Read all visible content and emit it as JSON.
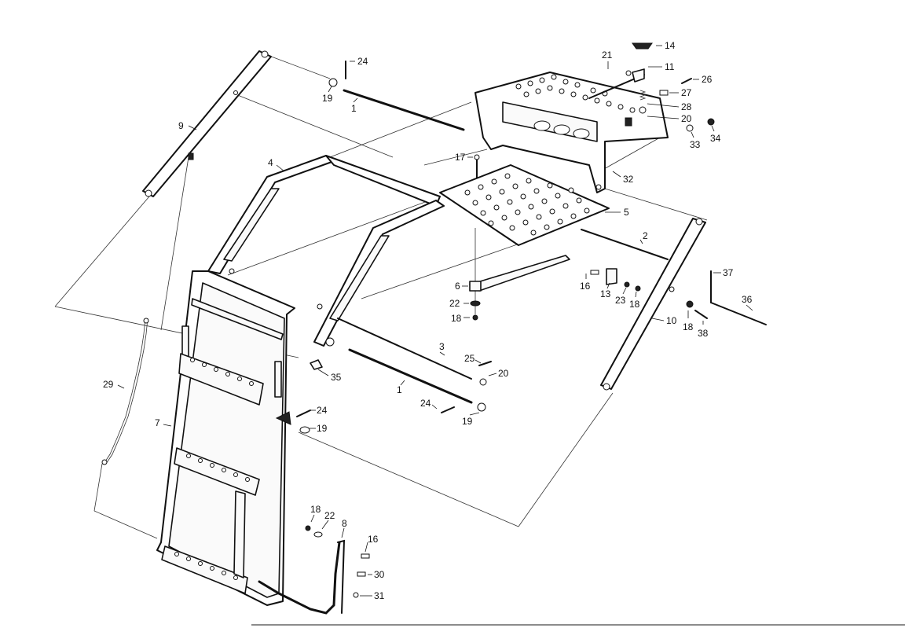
{
  "callouts": [
    {
      "id": "14",
      "text": "14"
    },
    {
      "id": "21",
      "text": "21"
    },
    {
      "id": "11",
      "text": "11"
    },
    {
      "id": "26",
      "text": "26"
    },
    {
      "id": "27",
      "text": "27"
    },
    {
      "id": "28",
      "text": "28"
    },
    {
      "id": "20a",
      "text": "20"
    },
    {
      "id": "33",
      "text": "33"
    },
    {
      "id": "34",
      "text": "34"
    },
    {
      "id": "32",
      "text": "32"
    },
    {
      "id": "24a",
      "text": "24"
    },
    {
      "id": "19a",
      "text": "19"
    },
    {
      "id": "1a",
      "text": "1"
    },
    {
      "id": "9",
      "text": "9"
    },
    {
      "id": "4",
      "text": "4"
    },
    {
      "id": "17",
      "text": "17"
    },
    {
      "id": "5",
      "text": "5"
    },
    {
      "id": "2",
      "text": "2"
    },
    {
      "id": "37",
      "text": "37"
    },
    {
      "id": "6",
      "text": "6"
    },
    {
      "id": "16a",
      "text": "16"
    },
    {
      "id": "13",
      "text": "13"
    },
    {
      "id": "23",
      "text": "23"
    },
    {
      "id": "18a",
      "text": "18"
    },
    {
      "id": "36",
      "text": "36"
    },
    {
      "id": "22a",
      "text": "22"
    },
    {
      "id": "18b",
      "text": "18"
    },
    {
      "id": "10",
      "text": "10"
    },
    {
      "id": "18c",
      "text": "18"
    },
    {
      "id": "38",
      "text": "38"
    },
    {
      "id": "3",
      "text": "3"
    },
    {
      "id": "25",
      "text": "25"
    },
    {
      "id": "20b",
      "text": "20"
    },
    {
      "id": "35",
      "text": "35"
    },
    {
      "id": "1b",
      "text": "1"
    },
    {
      "id": "29",
      "text": "29"
    },
    {
      "id": "24b",
      "text": "24"
    },
    {
      "id": "24c",
      "text": "24"
    },
    {
      "id": "19b",
      "text": "19"
    },
    {
      "id": "19c",
      "text": "19"
    },
    {
      "id": "7",
      "text": "7"
    },
    {
      "id": "18d",
      "text": "18"
    },
    {
      "id": "22b",
      "text": "22"
    },
    {
      "id": "8",
      "text": "8"
    },
    {
      "id": "16b",
      "text": "16"
    },
    {
      "id": "30",
      "text": "30"
    },
    {
      "id": "31",
      "text": "31"
    }
  ]
}
